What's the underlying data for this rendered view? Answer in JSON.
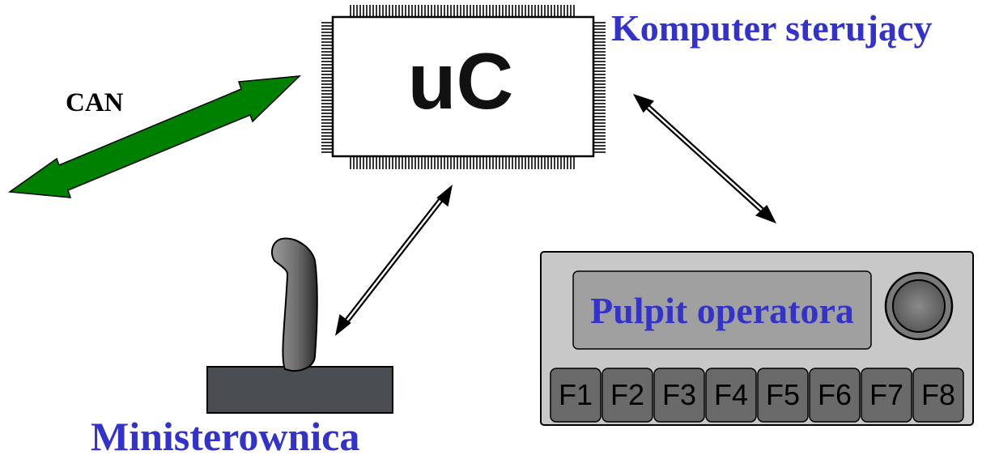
{
  "labels": {
    "can": "CAN",
    "controller": "Komputer sterujący",
    "chip": "uC",
    "panel_display": "Pulpit operatora",
    "joystick": "Ministerownica"
  },
  "panel_keys": [
    "F1",
    "F2",
    "F3",
    "F4",
    "F5",
    "F6",
    "F7",
    "F8"
  ],
  "colors": {
    "accent_text": "#3333cc",
    "can_arrow": "#008000",
    "panel_body": "#c8c8c8",
    "panel_display": "#a0a0a0",
    "key_fill": "#6a6a6a",
    "joystick_base": "#4a4e52"
  },
  "icons": {
    "knob": "knob-icon",
    "chip": "microcontroller-chip"
  }
}
